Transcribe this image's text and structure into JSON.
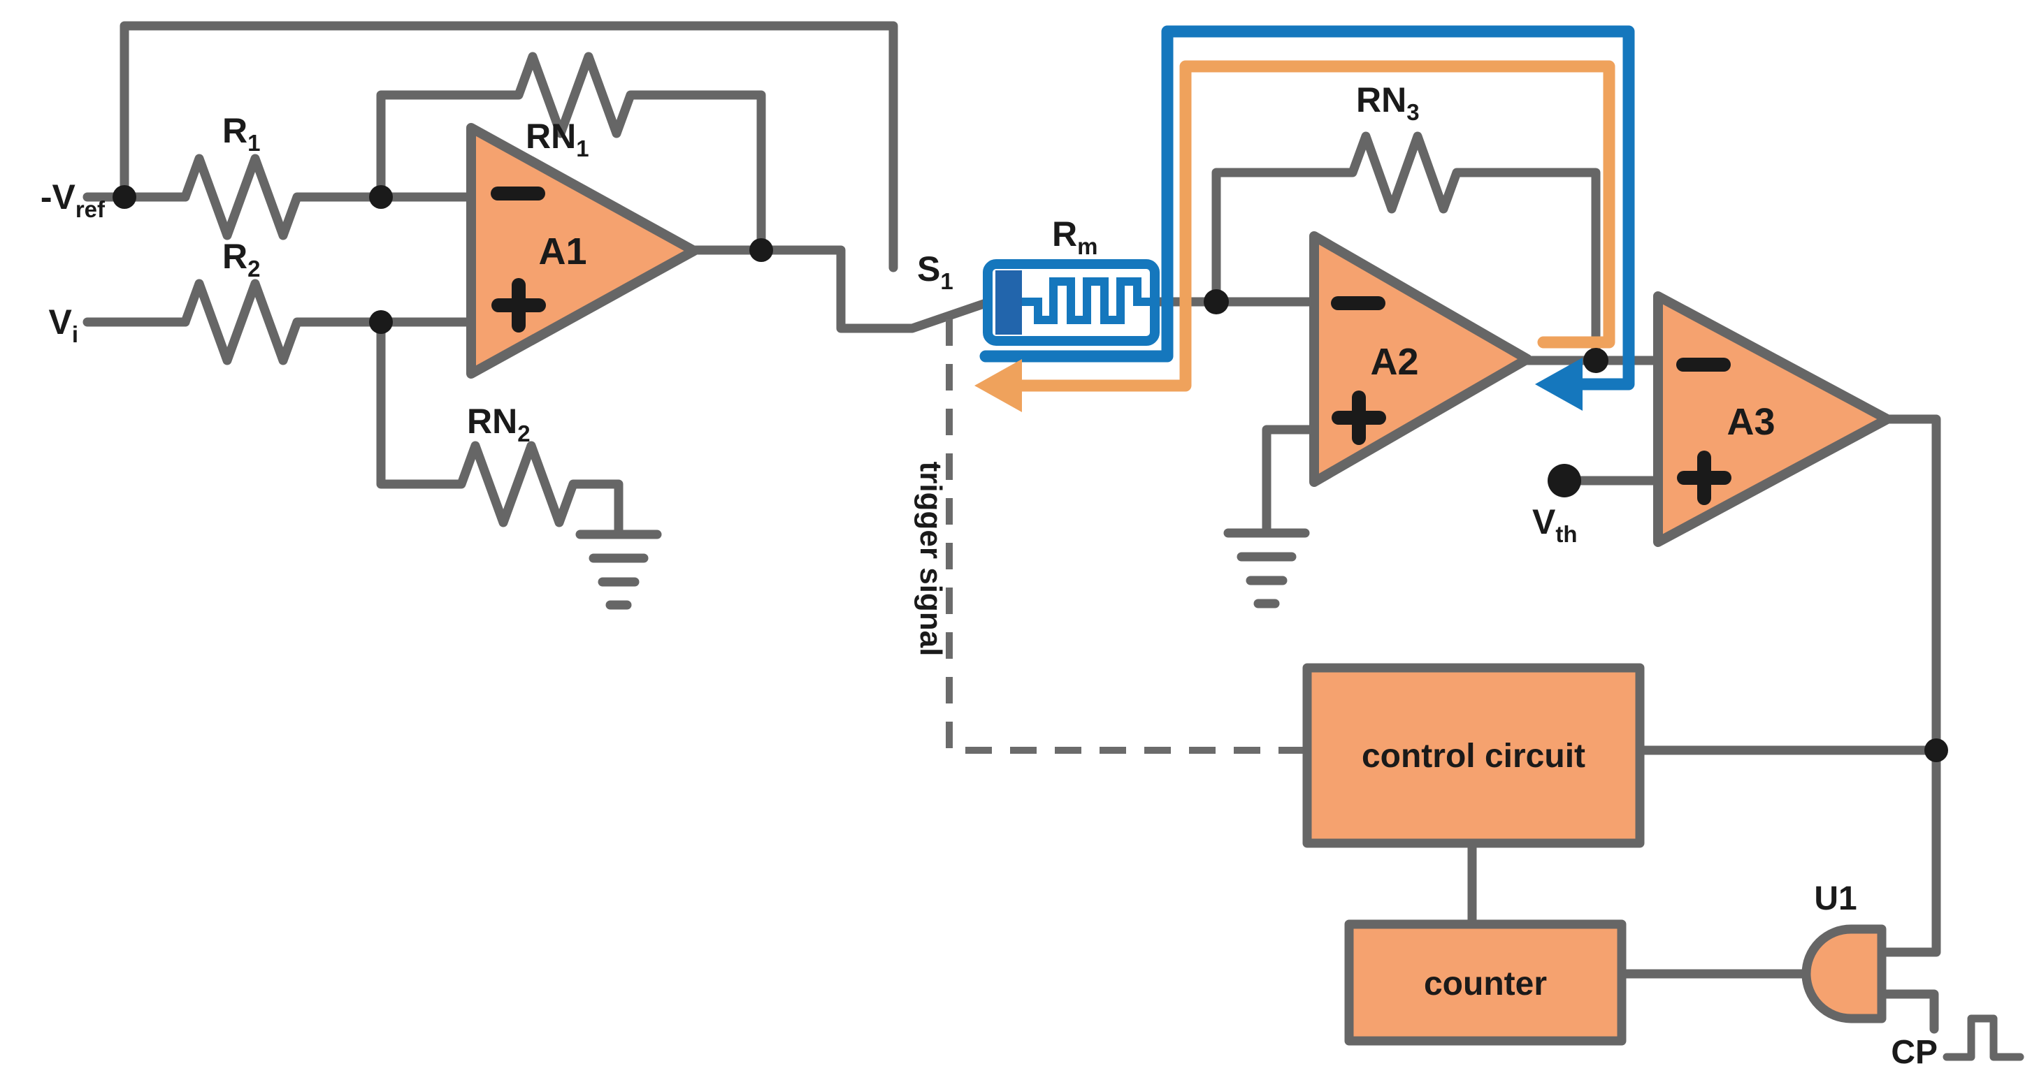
{
  "title": "memristor readout circuit schematic",
  "colors": {
    "wire": "#666666",
    "dashed": "#6b6b6b",
    "component_fill": "#F5A26F",
    "component_stroke": "#666666",
    "blue": "#1577BD",
    "electrode": "#2265AC",
    "orange": "#EFA25C",
    "text": "#1a1a1a",
    "bg": "#ffffff"
  },
  "labels": {
    "vref": {
      "main": "-V",
      "sub": "ref"
    },
    "vi": {
      "main": "V",
      "sub": "i"
    },
    "r1": {
      "main": "R",
      "sub": "1"
    },
    "r2": {
      "main": "R",
      "sub": "2"
    },
    "rn1": {
      "main": "RN",
      "sub": "1"
    },
    "rn2": {
      "main": "RN",
      "sub": "2"
    },
    "rn3": {
      "main": "RN",
      "sub": "3"
    },
    "rm": {
      "main": "R",
      "sub": "m"
    },
    "s1": {
      "main": "S",
      "sub": "1"
    },
    "vth": {
      "main": "V",
      "sub": "th"
    },
    "a1": "A1",
    "a2": "A2",
    "a3": "A3",
    "u1": "U1",
    "cp": "CP",
    "control_circuit": "control circuit",
    "counter": "counter",
    "trigger_signal": "trigger signal"
  },
  "components": {
    "opamps": [
      "A1",
      "A2",
      "A3"
    ],
    "resistors": [
      "R1",
      "R2",
      "RN1",
      "RN2",
      "RN3"
    ],
    "memristor": "Rm",
    "switch": "S1",
    "gate": "U1 (AND gate, inputs right, output left to counter)",
    "blocks": [
      "control circuit",
      "counter"
    ],
    "inputs": [
      "-Vref",
      "Vi",
      "Vth",
      "CP"
    ],
    "annotations": [
      "trigger signal (dashed control line)",
      "orange feedback path arrow toward S1",
      "blue feedback path arrow toward A2 output"
    ]
  }
}
